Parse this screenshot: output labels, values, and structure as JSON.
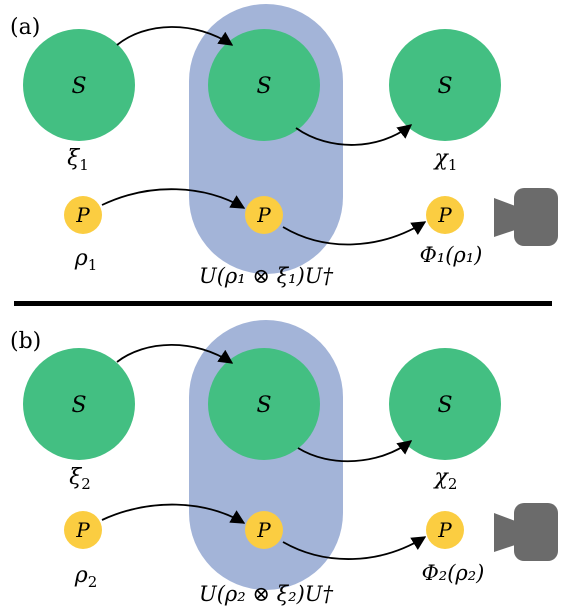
{
  "colors": {
    "system": "#43bf82",
    "probe": "#fbcd41",
    "interaction": "#a3b4d8",
    "camera": "#6b6b6b",
    "divider": "#000000"
  },
  "panel_a": {
    "tag": "(a)",
    "system_letter": "S",
    "probe_letter": "P",
    "system_in": "ξ",
    "system_in_sub": "1",
    "system_out": "χ",
    "system_out_sub": "1",
    "probe_in": "ρ",
    "probe_in_sub": "1",
    "interaction_label": "U(ρ₁ ⊗ ξ₁)U†",
    "probe_out": "Φ₁(ρ₁)",
    "detector_icon": "camera-icon"
  },
  "panel_b": {
    "tag": "(b)",
    "system_letter": "S",
    "probe_letter": "P",
    "system_in": "ξ",
    "system_in_sub": "2",
    "system_out": "χ",
    "system_out_sub": "2",
    "probe_in": "ρ",
    "probe_in_sub": "2",
    "interaction_label": "U(ρ₂ ⊗ ξ₂)U†",
    "probe_out": "Φ₂(ρ₂)",
    "detector_icon": "camera-icon"
  }
}
